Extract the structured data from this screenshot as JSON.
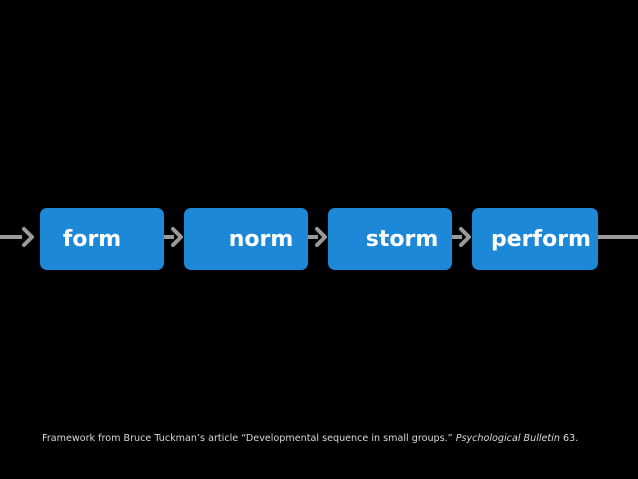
{
  "diagram": {
    "stages": [
      {
        "label": "form"
      },
      {
        "label": "norm"
      },
      {
        "label": "storm"
      },
      {
        "label": "perform"
      }
    ],
    "colors": {
      "box": "#1e88d8",
      "arrow": "#9a9a9a",
      "background": "#000000"
    },
    "arrow_icon": "chevron-right-icon"
  },
  "caption": {
    "text": "Framework from Bruce Tuckman’s article “Developmental sequence in small groups.” ",
    "journal": "Psychological Bulletin",
    "volume": " 63."
  }
}
